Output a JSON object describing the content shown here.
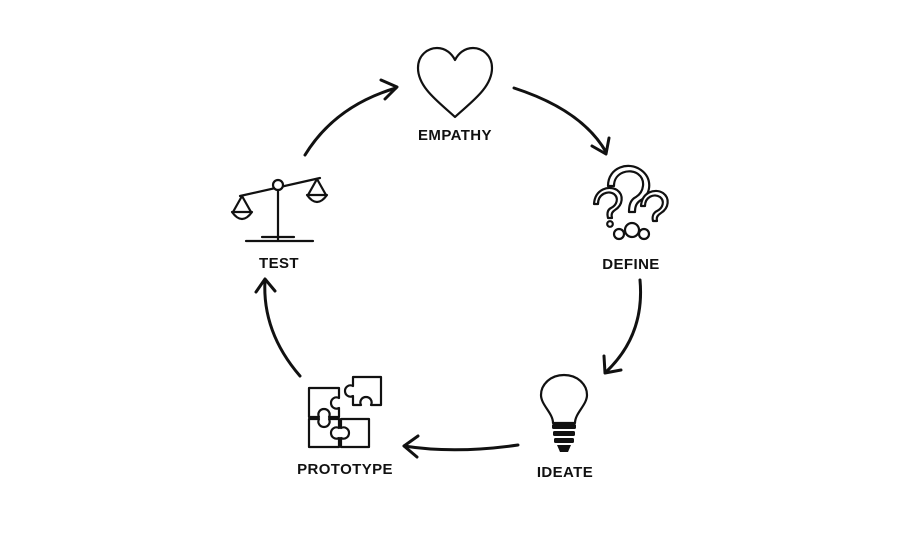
{
  "stages": [
    {
      "label": "EMPATHY",
      "icon": "heart-icon"
    },
    {
      "label": "DEFINE",
      "icon": "question-marks-icon"
    },
    {
      "label": "IDEATE",
      "icon": "lightbulb-icon"
    },
    {
      "label": "PROTOTYPE",
      "icon": "puzzle-pieces-icon"
    },
    {
      "label": "TEST",
      "icon": "balance-scale-icon"
    }
  ],
  "colors": {
    "stroke": "#111111",
    "background": "#ffffff"
  }
}
